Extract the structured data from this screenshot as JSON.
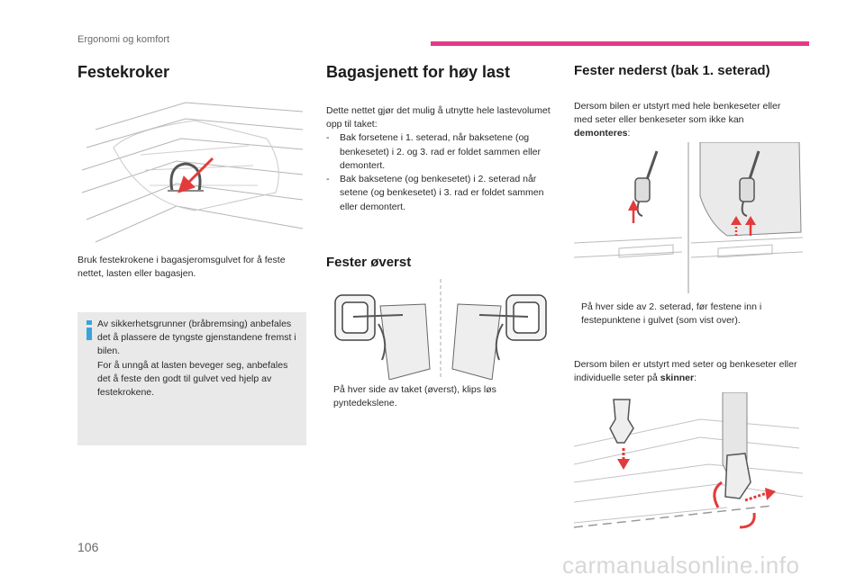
{
  "header": {
    "section_label": "Ergonomi og komfort",
    "accent_color": "#e4398a"
  },
  "col1": {
    "title": "Festekroker",
    "body": "Bruk festekrokene i bagasjeromsgulvet for å feste nettet, lasten eller bagasjen.",
    "info_icon": "info-icon",
    "info_text": "Av sikkerhetsgrunner (bråbremsing) anbefales det å plassere de tyngste gjenstandene fremst i bilen.",
    "info_text2": "For å unngå at lasten beveger seg, anbefales det å feste den godt til gulvet ved hjelp av festekrokene."
  },
  "col2": {
    "title": "Bagasjenett for høy last",
    "intro": "Dette nettet gjør det mulig å utnytte hele lastevolumet opp til taket:",
    "items": [
      {
        "dash": "-",
        "text": "Bak forsetene i 1. seterad, når baksetene (og benkesetet) i 2. og 3. rad er foldet sammen eller demontert."
      },
      {
        "dash": "-",
        "text": "Bak baksetene (og benkesetet) i 2. seterad når setene (og benkesetet) i 3. rad er foldet sammen eller demontert."
      }
    ],
    "subtitle": "Fester øverst",
    "footnote_mark": "",
    "footnote": "På hver side av taket (øverst), klips løs pyntedekslene."
  },
  "col3": {
    "title": "Fester nederst (bak 1. seterad)",
    "intro_a": "Dersom bilen er utstyrt med hele benkeseter eller med seter eller benkeseter som ikke kan ",
    "intro_bold": "demonteres",
    "intro_b": ":",
    "footnote_mark": "",
    "footnote": "På hver side av 2. seterad, før festene inn i festepunktene i gulvet (som vist over).",
    "second_a": "Dersom bilen er utstyrt med seter og benkeseter eller individuelle seter på ",
    "second_bold": "skinner",
    "second_b": ":"
  },
  "footer": {
    "page_number": "106",
    "watermark": "carmanualsonline.info"
  }
}
